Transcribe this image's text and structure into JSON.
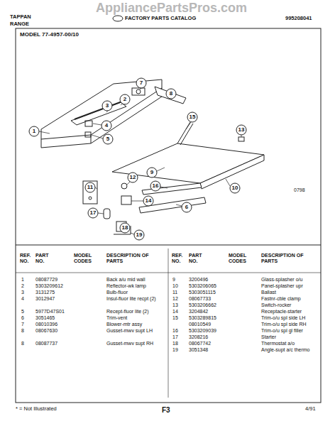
{
  "diagram": {
    "labels": [
      "AppliancePartsPros.com",
      "TAPPAN",
      "RANGE",
      "FACTORY PARTS CATALOG",
      "995208041",
      "MODEL 77-4957-00/10",
      "1",
      "2",
      "3",
      "4",
      "5",
      "6",
      "7",
      "8",
      "9",
      "10",
      "11",
      "12",
      "13",
      "14",
      "15",
      "16",
      "17",
      "18",
      "19",
      "0798",
      "REF. NO.",
      "PART NO.",
      "MODEL CODES",
      "DESCRIPTION OF PARTS",
      "REF. NO.",
      "PART NO.",
      "MODEL CODES",
      "DESCRIPTION OF PARTS",
      "1",
      "08087729",
      "Back a/u mid wall",
      "2",
      "5303209612",
      "Reflector-wk lamp",
      "3",
      "3131275",
      "Bulb-fluor",
      "4",
      "3012947",
      "Insul-fluor lite recpt (2)",
      "5",
      "5977D47S01",
      "Recept-fluor lite (2)",
      "6",
      "3051465",
      "Trim-vent",
      "7",
      "08010396",
      "Blower-mtr assy",
      "8",
      "08067630",
      "Gusset-mwv supt LH",
      "8",
      "08087737",
      "Gusset-mwv supt RH",
      "9",
      "3200496",
      "Glass-splasher o/u",
      "10",
      "5303206065",
      "Panel-splasher upr",
      "11",
      "5303051115",
      "Ballast",
      "12",
      "08067733",
      "Fastnr-cble clamp",
      "13",
      "5303206662",
      "Switch-rocker",
      "14",
      "3204842",
      "Receptacle-starter",
      "15",
      "5303289815",
      "Trim-o/u spl side LH",
      "08010549",
      "Trim-o/u spl side RH",
      "16",
      "5303209039",
      "Trim-o/u spl gl filler",
      "17",
      "3208216",
      "Starter",
      "18",
      "08067742",
      "Thermostat a/o",
      "19",
      "3051348",
      "Angle-supt a/c thermo",
      "* = Not Illustrated",
      "F3",
      "4/91"
    ]
  }
}
